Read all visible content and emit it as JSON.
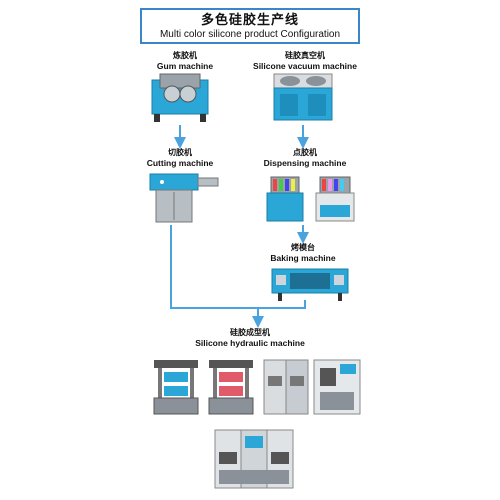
{
  "title": {
    "cn": "多色硅胶生产线",
    "en": "Multi color silicone product Configuration"
  },
  "nodes": {
    "gum": {
      "cn": "炼胶机",
      "en": "Gum machine"
    },
    "vacuum": {
      "cn": "硅胶真空机",
      "en": "Silicone vacuum machine"
    },
    "cutting": {
      "cn": "切胶机",
      "en": "Cutting machine"
    },
    "dispensing": {
      "cn": "点胶机",
      "en": "Dispensing machine"
    },
    "baking": {
      "cn": "烤模台",
      "en": "Baking machine"
    },
    "hydraulic": {
      "cn": "硅胶成型机",
      "en": "Silicone hydraulic machine"
    }
  },
  "colors": {
    "arrow": "#4aa3df",
    "title_border": "#3a86c8",
    "machine_cyan": "#2aa7d6",
    "machine_gray": "#8a9199"
  }
}
